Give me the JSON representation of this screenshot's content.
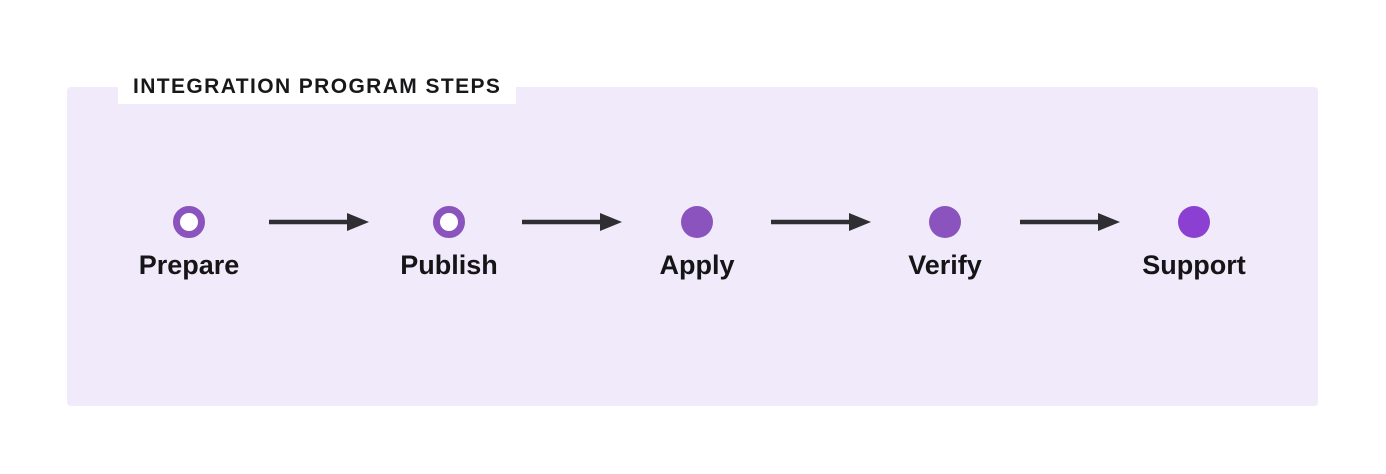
{
  "title": "INTEGRATION PROGRAM STEPS",
  "steps": [
    {
      "label": "Prepare",
      "marker": "hollow-circle"
    },
    {
      "label": "Publish",
      "marker": "hollow-circle"
    },
    {
      "label": "Apply",
      "marker": "filled-circle"
    },
    {
      "label": "Verify",
      "marker": "filled-circle"
    },
    {
      "label": "Support",
      "marker": "filled-bright-circle"
    }
  ],
  "colors": {
    "panel_background": "#f0eafa",
    "step_purple": "#8a53be",
    "final_step_purple": "#8b40d1",
    "arrow": "#2e2e33",
    "title_text": "#18181a",
    "label_text": "#151517"
  }
}
